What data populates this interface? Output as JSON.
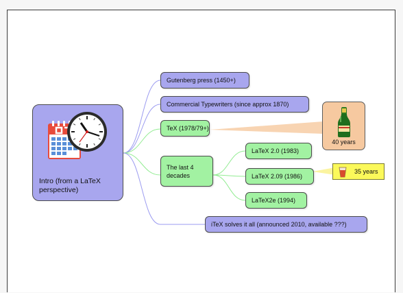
{
  "root": {
    "label": "Intro (from a LaTeX perspective)",
    "icons": [
      "calendar-icon",
      "clock-icon"
    ]
  },
  "branches": [
    {
      "label": "Gutenberg press (1450+)",
      "color": "#a8a6ee"
    },
    {
      "label": "Commercial Typewriters (since approx 1870)",
      "color": "#a8a6ee"
    },
    {
      "label": "TeX (1978/79+)",
      "color": "#a2f2a2"
    },
    {
      "label": "The last 4 decades",
      "color": "#a2f2a2",
      "children": [
        {
          "label": "LaTeX 2.0 (1983)"
        },
        {
          "label": "LaTeX 2.09 (1986)"
        },
        {
          "label": "LaTeX2e (1994)"
        }
      ]
    },
    {
      "label": "iTeX solves it all (announced 2010, available ???)",
      "color": "#a8a6ee"
    }
  ],
  "callouts": {
    "tex_note": {
      "label": "40 years",
      "icon": "champagne-bottle-icon",
      "color": "#f6c9a0"
    },
    "latex_note": {
      "label": "35 years",
      "icon": "beer-glass-icon",
      "color": "#fbf95a"
    }
  },
  "colors": {
    "blue_link": "#9b9bf0",
    "green_link": "#92ec92"
  }
}
